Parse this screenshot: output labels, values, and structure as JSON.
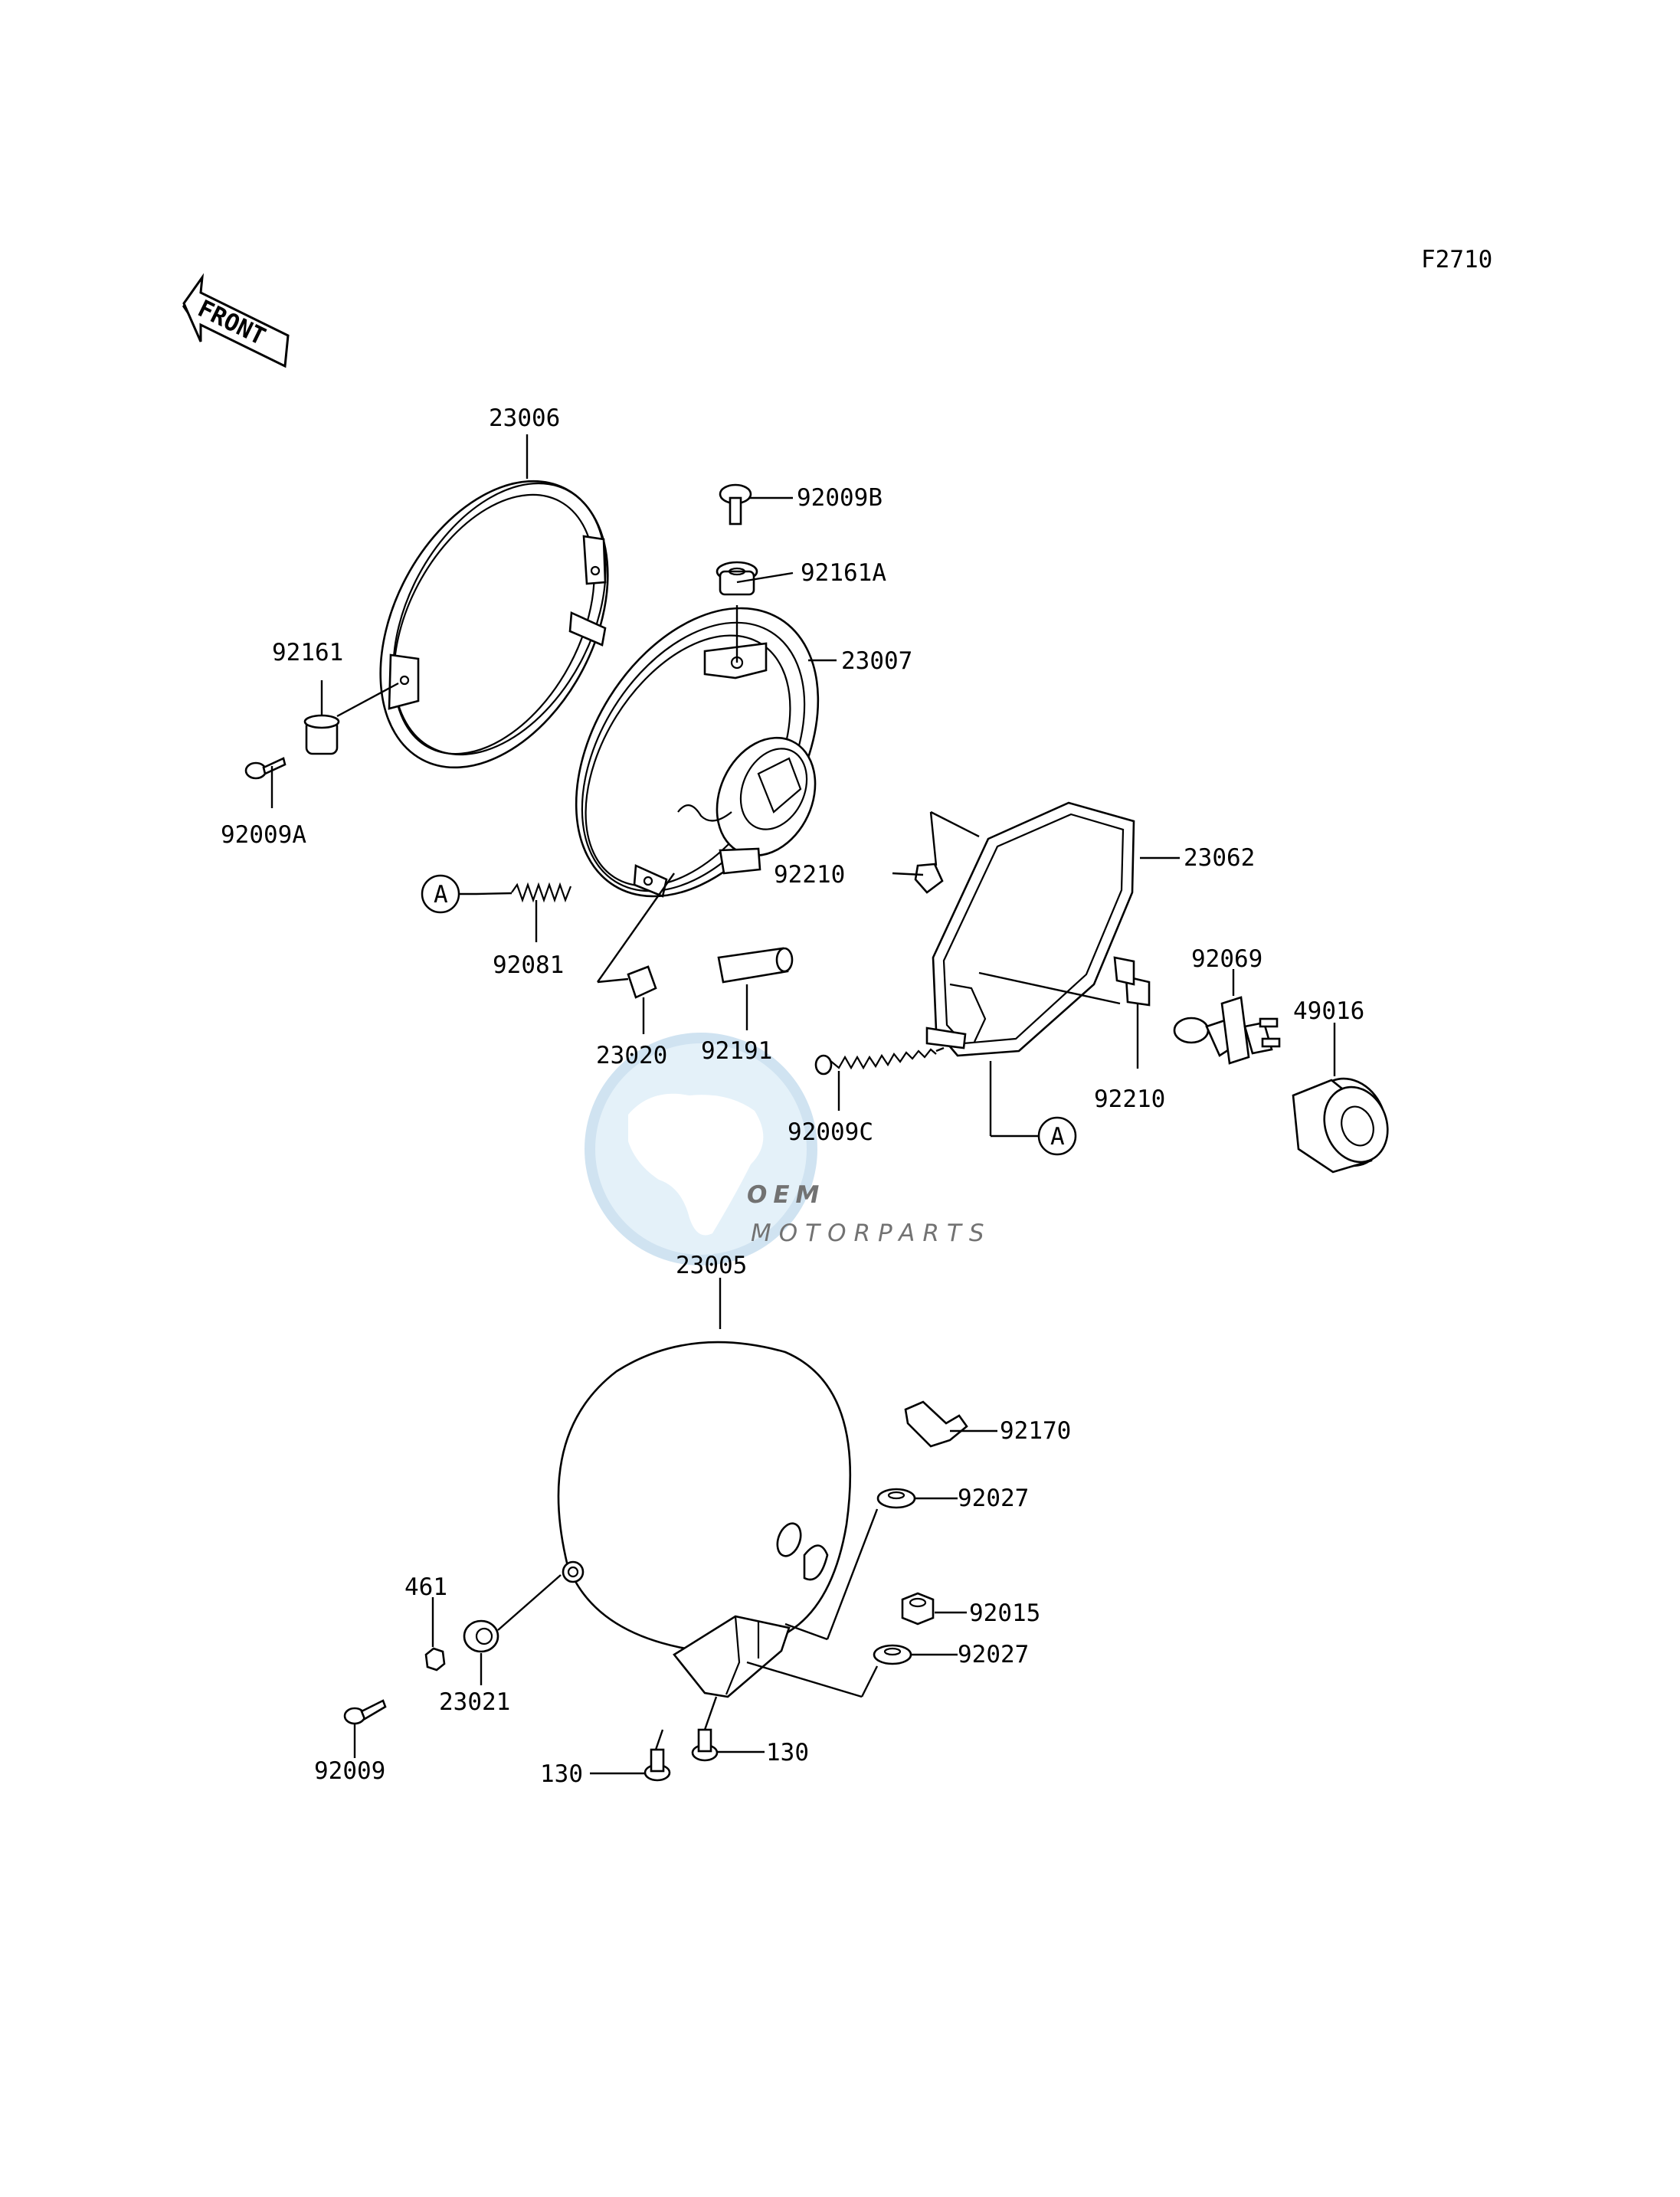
{
  "figure_code": "F2710",
  "front_label": "FRONT",
  "ref_marker": "A",
  "watermark": {
    "logo_text": "OEM",
    "subtitle": "MOTORPARTS"
  },
  "parts": {
    "p23006": "23006",
    "p92009B": "92009B",
    "p92161A": "92161A",
    "p23007": "23007",
    "p92161": "92161",
    "p92009A": "92009A",
    "p92210a": "92210",
    "p23062": "23062",
    "p92081": "92081",
    "p92069": "92069",
    "p49016": "49016",
    "p23020": "23020",
    "p92191": "92191",
    "p92210b": "92210",
    "p92009C": "92009C",
    "p23005": "23005",
    "p92170": "92170",
    "p92027a": "92027",
    "p461": "461",
    "p92015": "92015",
    "p92027b": "92027",
    "p23021": "23021",
    "p130a": "130",
    "p130b": "130",
    "p92009": "92009"
  }
}
